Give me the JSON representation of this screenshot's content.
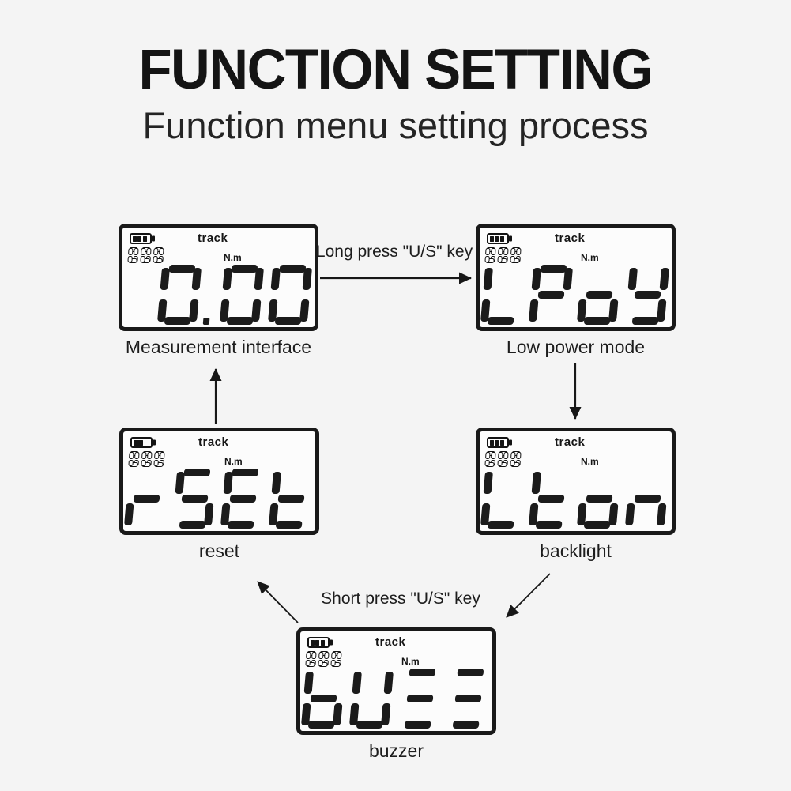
{
  "colors": {
    "ink": "#1a1a1a",
    "background": "#f4f4f4",
    "lcd_background": "#fcfcfc"
  },
  "header": {
    "title": "FUNCTION SETTING",
    "subtitle": "Function menu setting process"
  },
  "arrow_labels": {
    "long_press": "Long press \"U/S\" key",
    "short_press": "Short press \"U/S\" key"
  },
  "panels": [
    {
      "id": "measurement",
      "display": "0.00",
      "caption": "Measurement interface",
      "counter": "000",
      "track_label": "track",
      "unit_label": "N.m",
      "battery_bars": 3
    },
    {
      "id": "low-power",
      "display": "LPoY",
      "caption": "Low power mode",
      "counter": "000",
      "track_label": "track",
      "unit_label": "N.m",
      "battery_bars": 3
    },
    {
      "id": "reset",
      "display": "rSEt",
      "caption": "reset",
      "counter": "000",
      "track_label": "track",
      "unit_label": "N.m",
      "battery_bars": 1
    },
    {
      "id": "backlight",
      "display": "Lton",
      "caption": "backlight",
      "counter": "000",
      "track_label": "track",
      "unit_label": "N.m",
      "battery_bars": 3
    },
    {
      "id": "buzzer",
      "display": "bUZZ",
      "caption": "buzzer",
      "counter": "000",
      "track_label": "track",
      "unit_label": "N.m",
      "battery_bars": 3
    }
  ]
}
